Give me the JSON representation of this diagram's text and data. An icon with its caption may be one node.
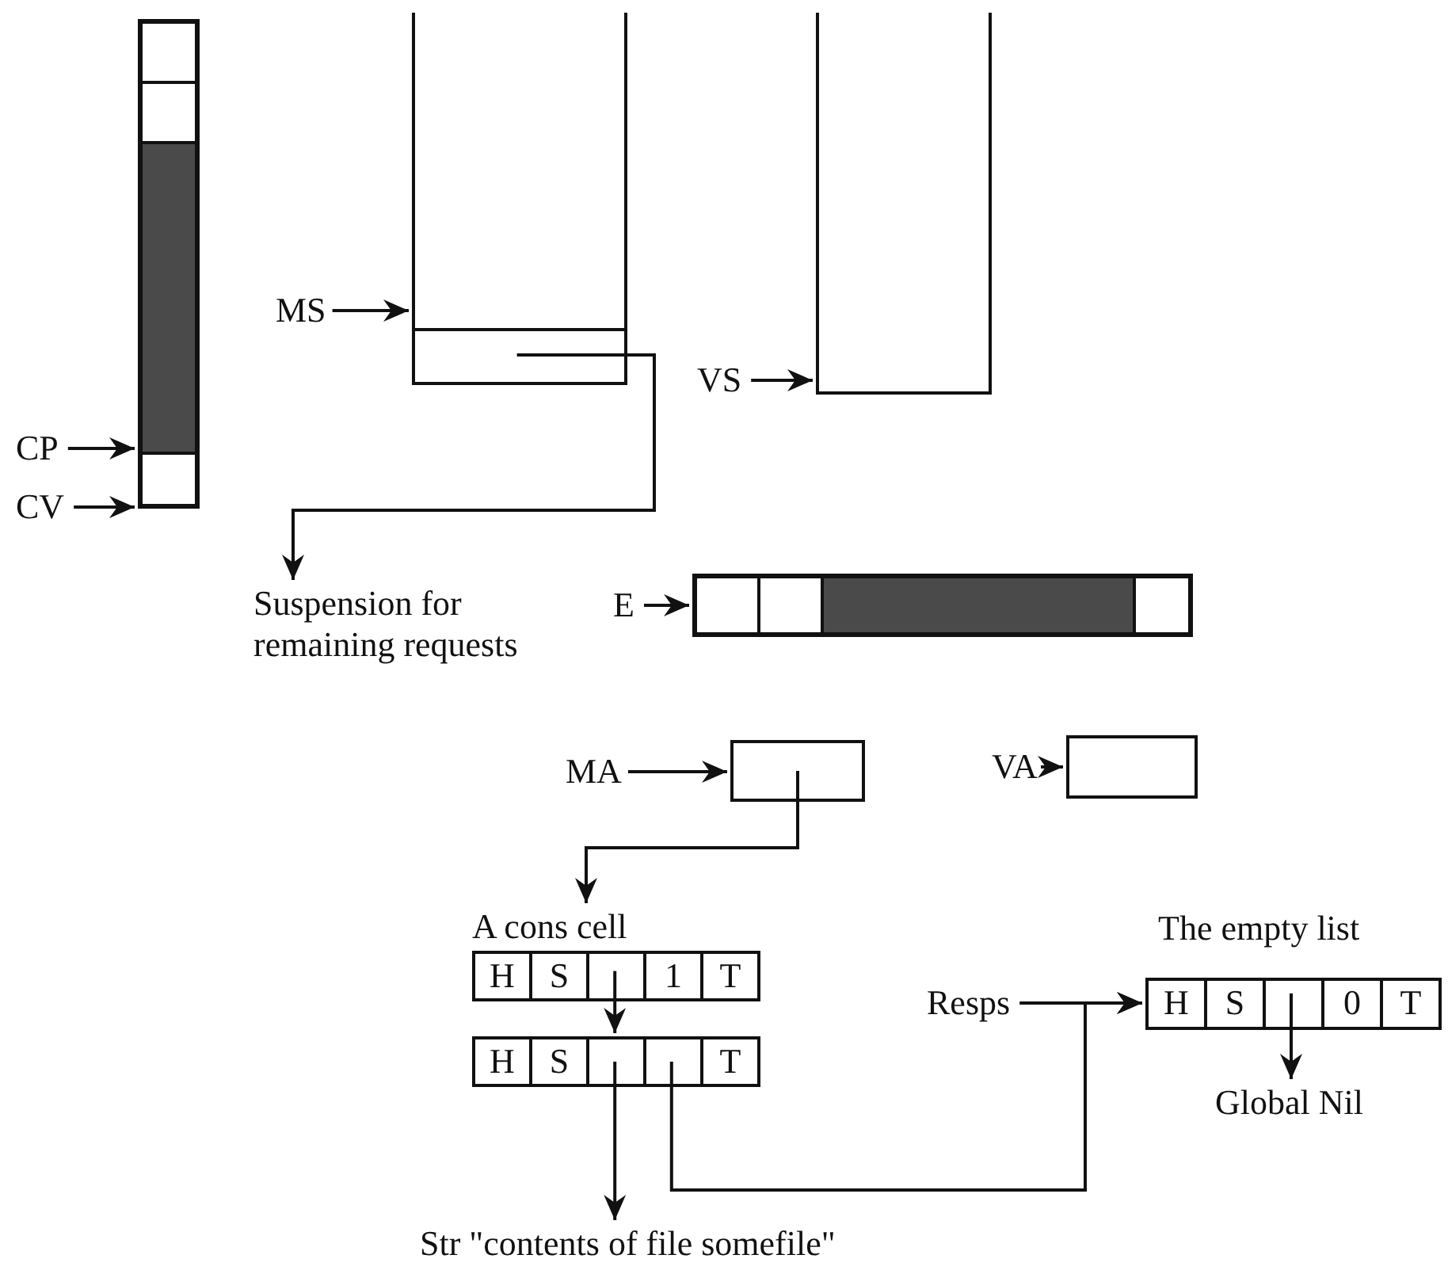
{
  "diagram": {
    "nodes": [
      {
        "text": [
          "MS"
        ]
      },
      {
        "text": [],
        "shape": "box"
      },
      {
        "text": [],
        "shape": "box",
        "in": 1
      },
      {
        "text": [
          "VS"
        ]
      },
      {
        "text": [],
        "shape": "box"
      },
      {
        "text": [
          "CP"
        ]
      },
      {
        "text": [
          "CV"
        ]
      },
      {
        "text": [],
        "shape": "bar"
      },
      {
        "text": [
          "Suspension for remaining requests"
        ]
      },
      {
        "text": [
          "E"
        ]
      },
      {
        "text": [],
        "shape": "bar"
      },
      {
        "text": [
          "MA"
        ]
      },
      {
        "text": [],
        "shape": "box"
      },
      {
        "text": [
          "VA"
        ]
      },
      {
        "text": [],
        "shape": "box"
      },
      {
        "text": [
          "A cons cell",
          "H",
          "S",
          "1",
          "T"
        ]
      },
      {
        "text": [
          "H",
          "S",
          "T"
        ]
      },
      {
        "text": [
          "Str \"contents of file somefile\""
        ]
      },
      {
        "text": [
          "Resps"
        ]
      },
      {
        "text": [
          "The empty list",
          "H",
          "S",
          "0",
          "T"
        ]
      },
      {
        "text": [
          "Global Nil"
        ]
      }
    ],
    "edges": [
      {
        "from": 0,
        "to": 1,
        "arrow": "to"
      },
      {
        "from": 3,
        "to": 4,
        "arrow": "to"
      },
      {
        "from": 5,
        "to": 7,
        "arrow": "to"
      },
      {
        "from": 6,
        "to": 7,
        "arrow": "to"
      },
      {
        "from": 2,
        "to": 8,
        "arrow": "to"
      },
      {
        "from": 9,
        "to": 10,
        "arrow": "to"
      },
      {
        "from": 11,
        "to": 12,
        "arrow": "to"
      },
      {
        "from": 13,
        "to": 14,
        "arrow": "to"
      },
      {
        "from": 12,
        "to": 15,
        "arrow": "to"
      },
      {
        "from": 15,
        "to": 16,
        "arrow": "to"
      },
      {
        "from": 16,
        "to": 17,
        "arrow": "to"
      },
      {
        "from": 16,
        "to": 19,
        "arrow": "to"
      },
      {
        "from": 18,
        "to": 19,
        "arrow": "to"
      },
      {
        "from": 19,
        "to": 20,
        "arrow": "to"
      }
    ]
  }
}
